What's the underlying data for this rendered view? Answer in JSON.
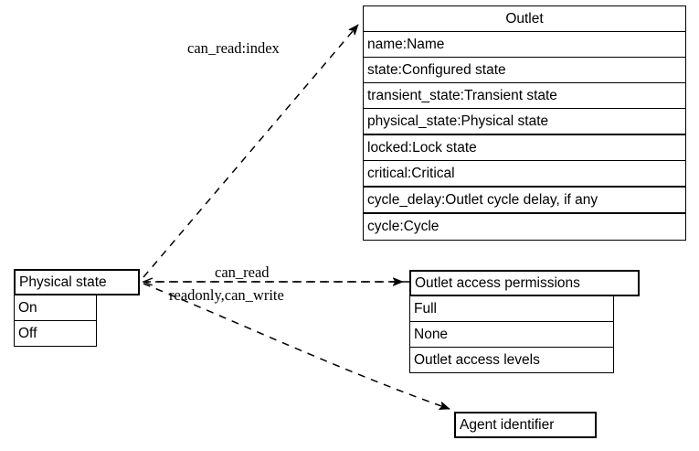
{
  "diagram": {
    "type": "uml-class-diagram",
    "background": "#ffffff",
    "line_color": "#000000",
    "text_color": "#000000",
    "edge_style": "dashed-arrow"
  },
  "entities": {
    "outlet": {
      "title": "Outlet",
      "attributes": [
        "name:Name",
        "state:Configured state",
        "transient_state:Transient state",
        "physical_state:Physical state",
        "locked:Lock state",
        "critical:Critical",
        "cycle_delay:Outlet cycle delay, if any",
        "cycle:Cycle"
      ]
    },
    "physical_state": {
      "title": "Physical state",
      "attributes": [
        "On",
        "Off"
      ]
    },
    "outlet_access_permissions": {
      "title": "Outlet access permissions",
      "attributes": [
        "Full",
        "None",
        "Outlet access levels"
      ]
    },
    "agent_identifier": {
      "title": "Agent identifier",
      "attributes": []
    }
  },
  "edges": [
    {
      "id": "edge-physical-state-to-outlet",
      "from": "physical_state",
      "to": "outlet",
      "label": "can_read:index"
    },
    {
      "id": "edge-physical-state-to-permissions",
      "from": "outlet_access_permissions",
      "to": "physical_state",
      "label": "can_read"
    },
    {
      "id": "edge-physical-state-to-agent",
      "from": "physical_state",
      "to": "agent_identifier",
      "label": "readonly,can_write"
    }
  ],
  "labels": {
    "can_read_index": "can_read:index",
    "can_read": "can_read",
    "readonly_can_write": "readonly,can_write"
  }
}
